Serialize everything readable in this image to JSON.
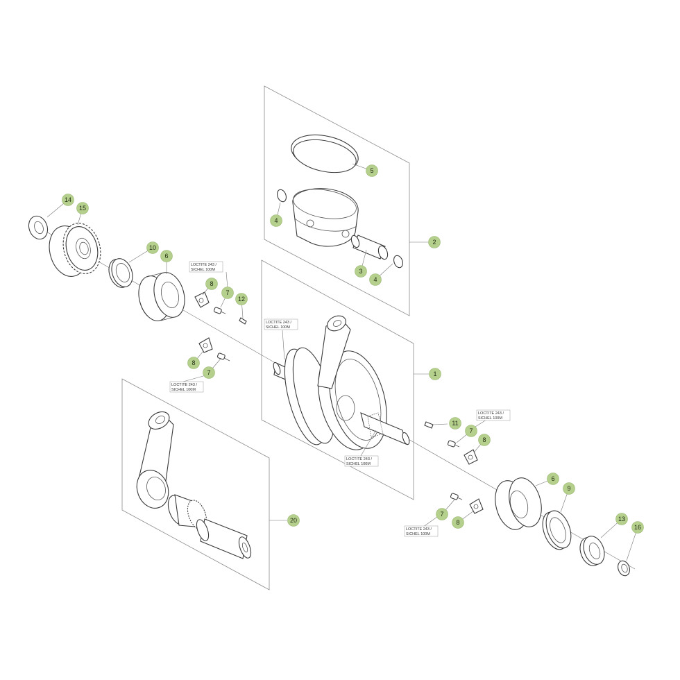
{
  "callouts": [
    {
      "id": "c14",
      "label": "14"
    },
    {
      "id": "c15",
      "label": "15"
    },
    {
      "id": "c10",
      "label": "10"
    },
    {
      "id": "c6a",
      "label": "6"
    },
    {
      "id": "c8a",
      "label": "8"
    },
    {
      "id": "c7a",
      "label": "7"
    },
    {
      "id": "c12",
      "label": "12"
    },
    {
      "id": "c8b",
      "label": "8"
    },
    {
      "id": "c7b",
      "label": "7"
    },
    {
      "id": "c5",
      "label": "5"
    },
    {
      "id": "c4a",
      "label": "4"
    },
    {
      "id": "c3",
      "label": "3"
    },
    {
      "id": "c4b",
      "label": "4"
    },
    {
      "id": "c2",
      "label": "2"
    },
    {
      "id": "c1",
      "label": "1"
    },
    {
      "id": "c11",
      "label": "11"
    },
    {
      "id": "c7c",
      "label": "7"
    },
    {
      "id": "c8c",
      "label": "8"
    },
    {
      "id": "c6b",
      "label": "6"
    },
    {
      "id": "c9",
      "label": "9"
    },
    {
      "id": "c13",
      "label": "13"
    },
    {
      "id": "c16",
      "label": "16"
    },
    {
      "id": "c7d",
      "label": "7"
    },
    {
      "id": "c8d",
      "label": "8"
    },
    {
      "id": "c20",
      "label": "20"
    }
  ],
  "loctite_labels": [
    {
      "line1": "LOCTITE 243 /",
      "line2": "SICHEL 100M"
    },
    {
      "line1": "LOCTITE 243 /",
      "line2": "SICHEL 100M"
    },
    {
      "line1": "LOCTITE 243 /",
      "line2": "SICHEL 100M"
    },
    {
      "line1": "LOCTITE 243 /",
      "line2": "SICHEL 100M"
    },
    {
      "line1": "LOCTITE 243 /",
      "line2": "SICHEL 100M"
    },
    {
      "line1": "LOCTITE 243 /",
      "line2": "SICHEL 100M"
    }
  ],
  "colors": {
    "callout_fill": "#b5cf8c",
    "line": "#3a3a3a",
    "background": "#ffffff"
  }
}
